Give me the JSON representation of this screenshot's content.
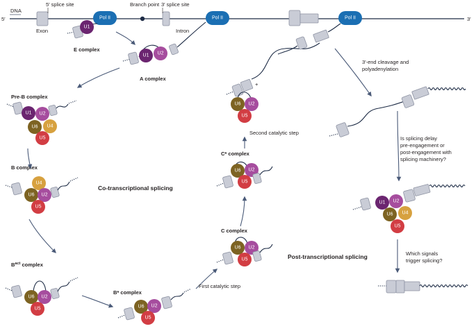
{
  "labels": {
    "dna": "DNA",
    "five_prime": "5′",
    "three_prime": "3′",
    "five_splice_site": "5′ splice site",
    "branch_point": "Branch point",
    "three_splice_site": "3′ splice site",
    "exon": "Exon",
    "intron": "Intron",
    "pol_ii": "Pol II",
    "plus": "+"
  },
  "complexes": {
    "e": "E complex",
    "a": "A complex",
    "pre_b": "Pre-B complex",
    "b": "B complex",
    "bact_main": "B",
    "bact_sup": "act",
    "bact_rest": " complex",
    "bstar": "B* complex",
    "c": "C complex",
    "cstar": "C* complex"
  },
  "snrnas": {
    "u1": "U1",
    "u2": "U2",
    "u4": "U4",
    "u5": "U5",
    "u6": "U6"
  },
  "colors": {
    "u1": "#6b2570",
    "u2": "#a64d9e",
    "u4": "#d7a13f",
    "u5": "#d23d43",
    "u6": "#7d6322",
    "pol": "#1b6fb3",
    "exon": "#c9ccd6",
    "rna": "#1d2b45",
    "arrow": "#4a5a78"
  },
  "steps": {
    "second": "Second catalytic step",
    "first": "First catalytic step",
    "cleavage_1": "3′-end cleavage and",
    "cleavage_2": "polyadenylation",
    "delay_1": "Is splicing delay",
    "delay_2": "pre-engagement or",
    "delay_3": "post-engagement with",
    "delay_4": "splicing machinery?",
    "signals_1": "Which signals",
    "signals_2": "trigger splicing?"
  },
  "headings": {
    "co": "Co-transcriptional splicing",
    "post": "Post-transcriptional splicing"
  }
}
